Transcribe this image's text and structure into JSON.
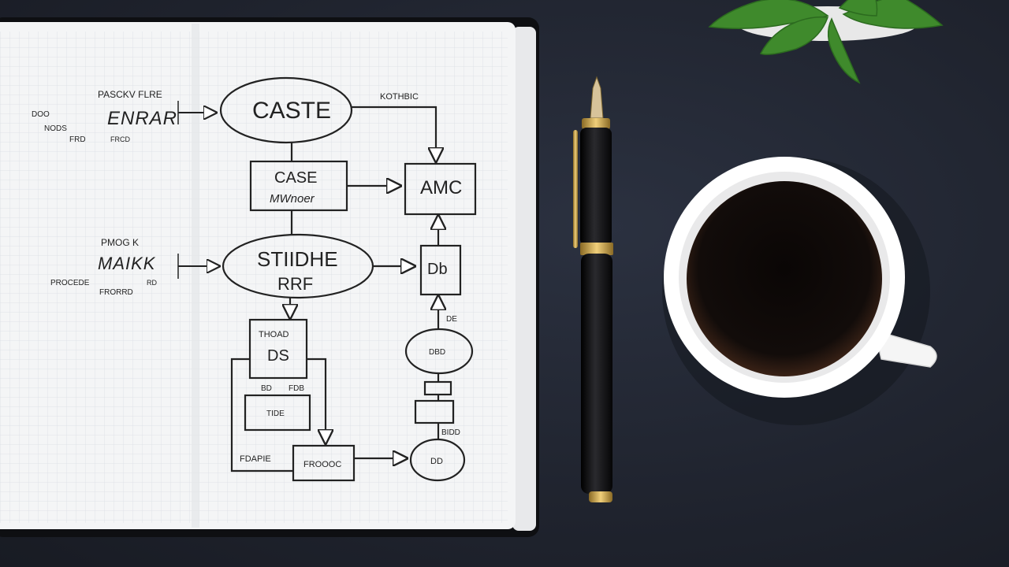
{
  "scene": {
    "colors": {
      "desk": "#20242f",
      "paper": "#f4f5f6",
      "grid": "#d9dde2",
      "ink": "#222222",
      "cover": "#0e0f12",
      "pen_body": "#0b0b0d",
      "pen_gold": "#c9a24a",
      "cup": "#ffffff",
      "coffee": "#120c0a",
      "leaf": "#3f8a2c"
    },
    "icons": [
      "notebook",
      "fountain-pen",
      "coffee-cup",
      "plant-leaves"
    ]
  },
  "flowchart": {
    "left_notes": {
      "group1": {
        "lines": [
          "PASCKV FLRE",
          "ENRAR",
          "DOO",
          "NODS",
          "FRD"
        ],
        "extra": "FRCD"
      },
      "group2": {
        "lines": [
          "PMOG K",
          "MAIKK",
          "PROCEDE",
          "FRORRD"
        ],
        "extra": "RD"
      }
    },
    "nodes": {
      "caste": "CASTE",
      "top_right_note": "KOTHBIC",
      "case_line1": "CASE",
      "case_line2": "MWnoer",
      "amc": "AMC",
      "studie_line1": "STIIDHE",
      "studie_line2": "RRF",
      "db": "Db",
      "db_note": "DE",
      "thoad": "THOAD",
      "ds": "DS",
      "small1": "BD",
      "small2": "FDB",
      "oval_small": "DBD",
      "box_low": "TIDE",
      "label_low_left": "FDAPIE",
      "box_bottom": "FROOOC",
      "right_note": "BIDD",
      "oval_bottom": "DD"
    }
  }
}
